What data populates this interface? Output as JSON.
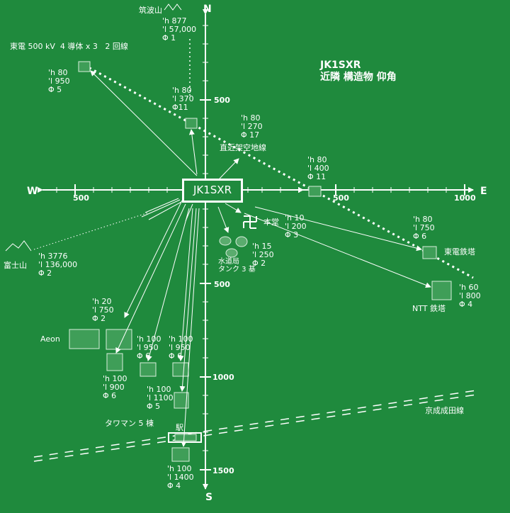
{
  "title": {
    "call": "JK1SXR",
    "line1": "近隣 構造物 仰角"
  },
  "compass": {
    "n": "N",
    "s": "S",
    "e": "E",
    "w": "W"
  },
  "ticks": {
    "x_e500": "500",
    "x_e1000": "1000",
    "x_w500": "500",
    "y_n500": "500",
    "y_s500": "500",
    "y_s1000": "1000",
    "y_s1500": "1500"
  },
  "labels": {
    "tsukuba_name": "筑波山",
    "tsukuba_vals": "'h 877\n'l 57,000\nΦ 1",
    "powerline_name": "東電 500 kV  4 導体 x 3   2 回線",
    "nw_tower_vals": "'h 80\n'l 950\nΦ 5",
    "n_tower_vals": "'h 80\n'l 370\nΦ11",
    "overhead_vals": "'h 80\n'l 270\nΦ 17",
    "overhead_name": "直近架空地線",
    "e_tower_vals": "'h 80\n'l 400\nΦ 11",
    "honodo_vals": "'h 10\n'l 200\nΦ 3",
    "honodo_name": "本堂",
    "water_vals": "'h 15\n'l 250\nΦ 2",
    "water_name": "水道局\nタンク 3 基",
    "toden_vals": "'h 80\n'l 750\nΦ 6",
    "toden_name": "東電鉄塔",
    "ntt_vals": "'h 60\n'l 800\nΦ 4",
    "ntt_name": "NTT 鉄塔",
    "fuji_name": "富士山",
    "fuji_vals": "'h 3776\n'l 136,000\nΦ 2",
    "aeon_vals": "'h 20\n'l 750\nΦ 2",
    "aeon_name": "Aeon",
    "tw1_vals": "'h 100\n'l 900\nΦ 6",
    "tw2_vals": "'h 100\n'l 950\nΦ 6",
    "tw3_vals": "'h 100\n'l 950\nΦ 6",
    "tw4_vals": "'h 100\n'l 1100\nΦ 5",
    "tower_group_name": "タワマン 5 棟",
    "station_name": "駅",
    "tw5_vals": "'h 100\n'l 1400\nΦ 4",
    "railway_name": "京成成田線"
  },
  "colors": {
    "background": "#1f8a3d",
    "line": "#ffffff",
    "box_fill": "#3f9e58",
    "box_stroke": "#d8eedd"
  }
}
